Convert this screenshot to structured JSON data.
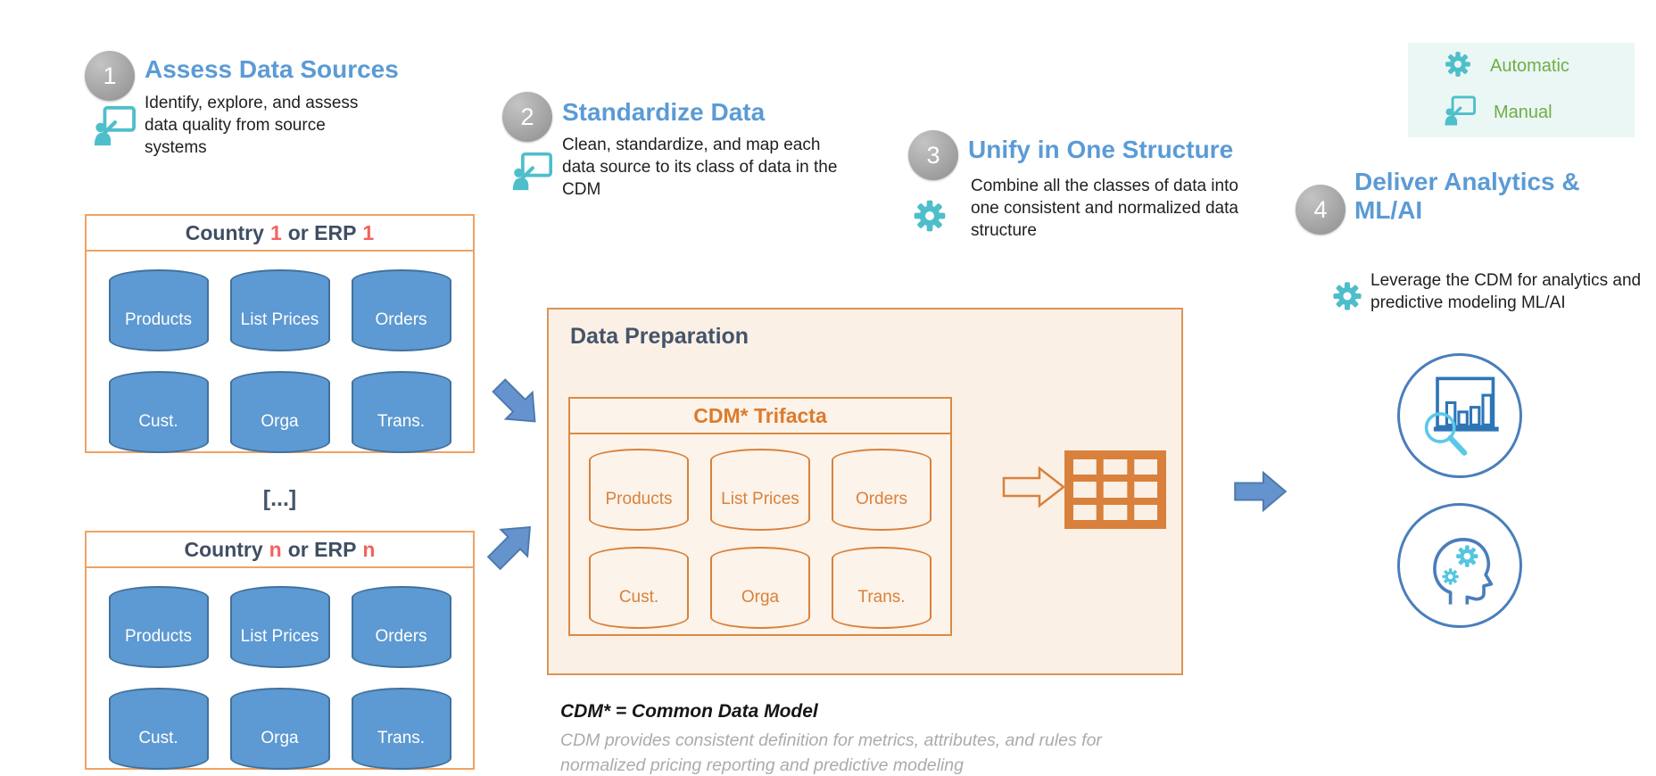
{
  "colors": {
    "accent_blue": "#5B9BD5",
    "navy": "#44546A",
    "orange": "#DC7B2D",
    "orange_border": "#F0A264",
    "teal": "#4FBECB",
    "green": "#70AD47",
    "red": "#F2635F",
    "badge_gray": "#9B9B9B",
    "cylinder_blue": "#5D99D2",
    "cylinder_blue_border": "#41719C",
    "peach_background": "#FBF0E5"
  },
  "steps": [
    {
      "number": "1",
      "title": "Assess Data Sources",
      "description": "Identify, explore, and assess data quality from source systems",
      "mode": "manual"
    },
    {
      "number": "2",
      "title": "Standardize Data",
      "description": "Clean, standardize, and map each data source to its class of data in the CDM",
      "mode": "manual"
    },
    {
      "number": "3",
      "title": "Unify in One Structure",
      "description": "Combine all the classes of data into one consistent and normalized data structure",
      "mode": "automatic"
    },
    {
      "number": "4",
      "title": "Deliver Analytics & ML/AI",
      "description": "Leverage the CDM for analytics and predictive modeling ML/AI",
      "mode": "automatic"
    }
  ],
  "legend": {
    "automatic_label": "Automatic",
    "manual_label": "Manual"
  },
  "sources": [
    {
      "title_parts": [
        "Country",
        "1",
        "or ERP",
        "1"
      ],
      "cylinders": [
        "Products",
        "List Prices",
        "Orders",
        "Cust.",
        "Orga",
        "Trans."
      ]
    },
    {
      "title_parts": [
        "Country",
        "n",
        "or ERP",
        "n"
      ],
      "cylinders": [
        "Products",
        "List Prices",
        "Orders",
        "Cust.",
        "Orga",
        "Trans."
      ]
    }
  ],
  "ellipsis_label": "[...]",
  "data_preparation": {
    "title": "Data Preparation",
    "cdm": {
      "title": "CDM* Trifacta",
      "cylinders": [
        "Products",
        "List Prices",
        "Orders",
        "Cust.",
        "Orga",
        "Trans."
      ]
    }
  },
  "footnote": {
    "title": "CDM* = Common Data Model",
    "body": "CDM provides consistent definition for metrics, attributes, and rules for normalized pricing reporting and predictive modeling"
  }
}
